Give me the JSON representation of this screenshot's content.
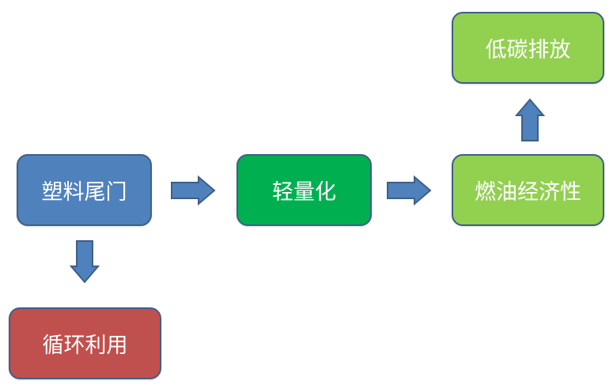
{
  "nodes": {
    "plastic_tailgate": {
      "label": "塑料尾门",
      "color": "#4f81bd"
    },
    "lightweight": {
      "label": "轻量化",
      "color": "#00b050"
    },
    "fuel_economy": {
      "label": "燃油经济性",
      "color": "#92d050"
    },
    "low_carbon": {
      "label": "低碳排放",
      "color": "#92d050"
    },
    "recycling": {
      "label": "循环利用",
      "color": "#c0504d"
    }
  },
  "edges": [
    {
      "from": "塑料尾门",
      "to": "轻量化"
    },
    {
      "from": "轻量化",
      "to": "燃油经济性"
    },
    {
      "from": "燃油经济性",
      "to": "低碳排放"
    },
    {
      "from": "塑料尾门",
      "to": "循环利用"
    }
  ],
  "colors": {
    "arrow_fill": "#4f81bd",
    "arrow_stroke": "#3f5f86",
    "box_border": "#3f5f86"
  }
}
